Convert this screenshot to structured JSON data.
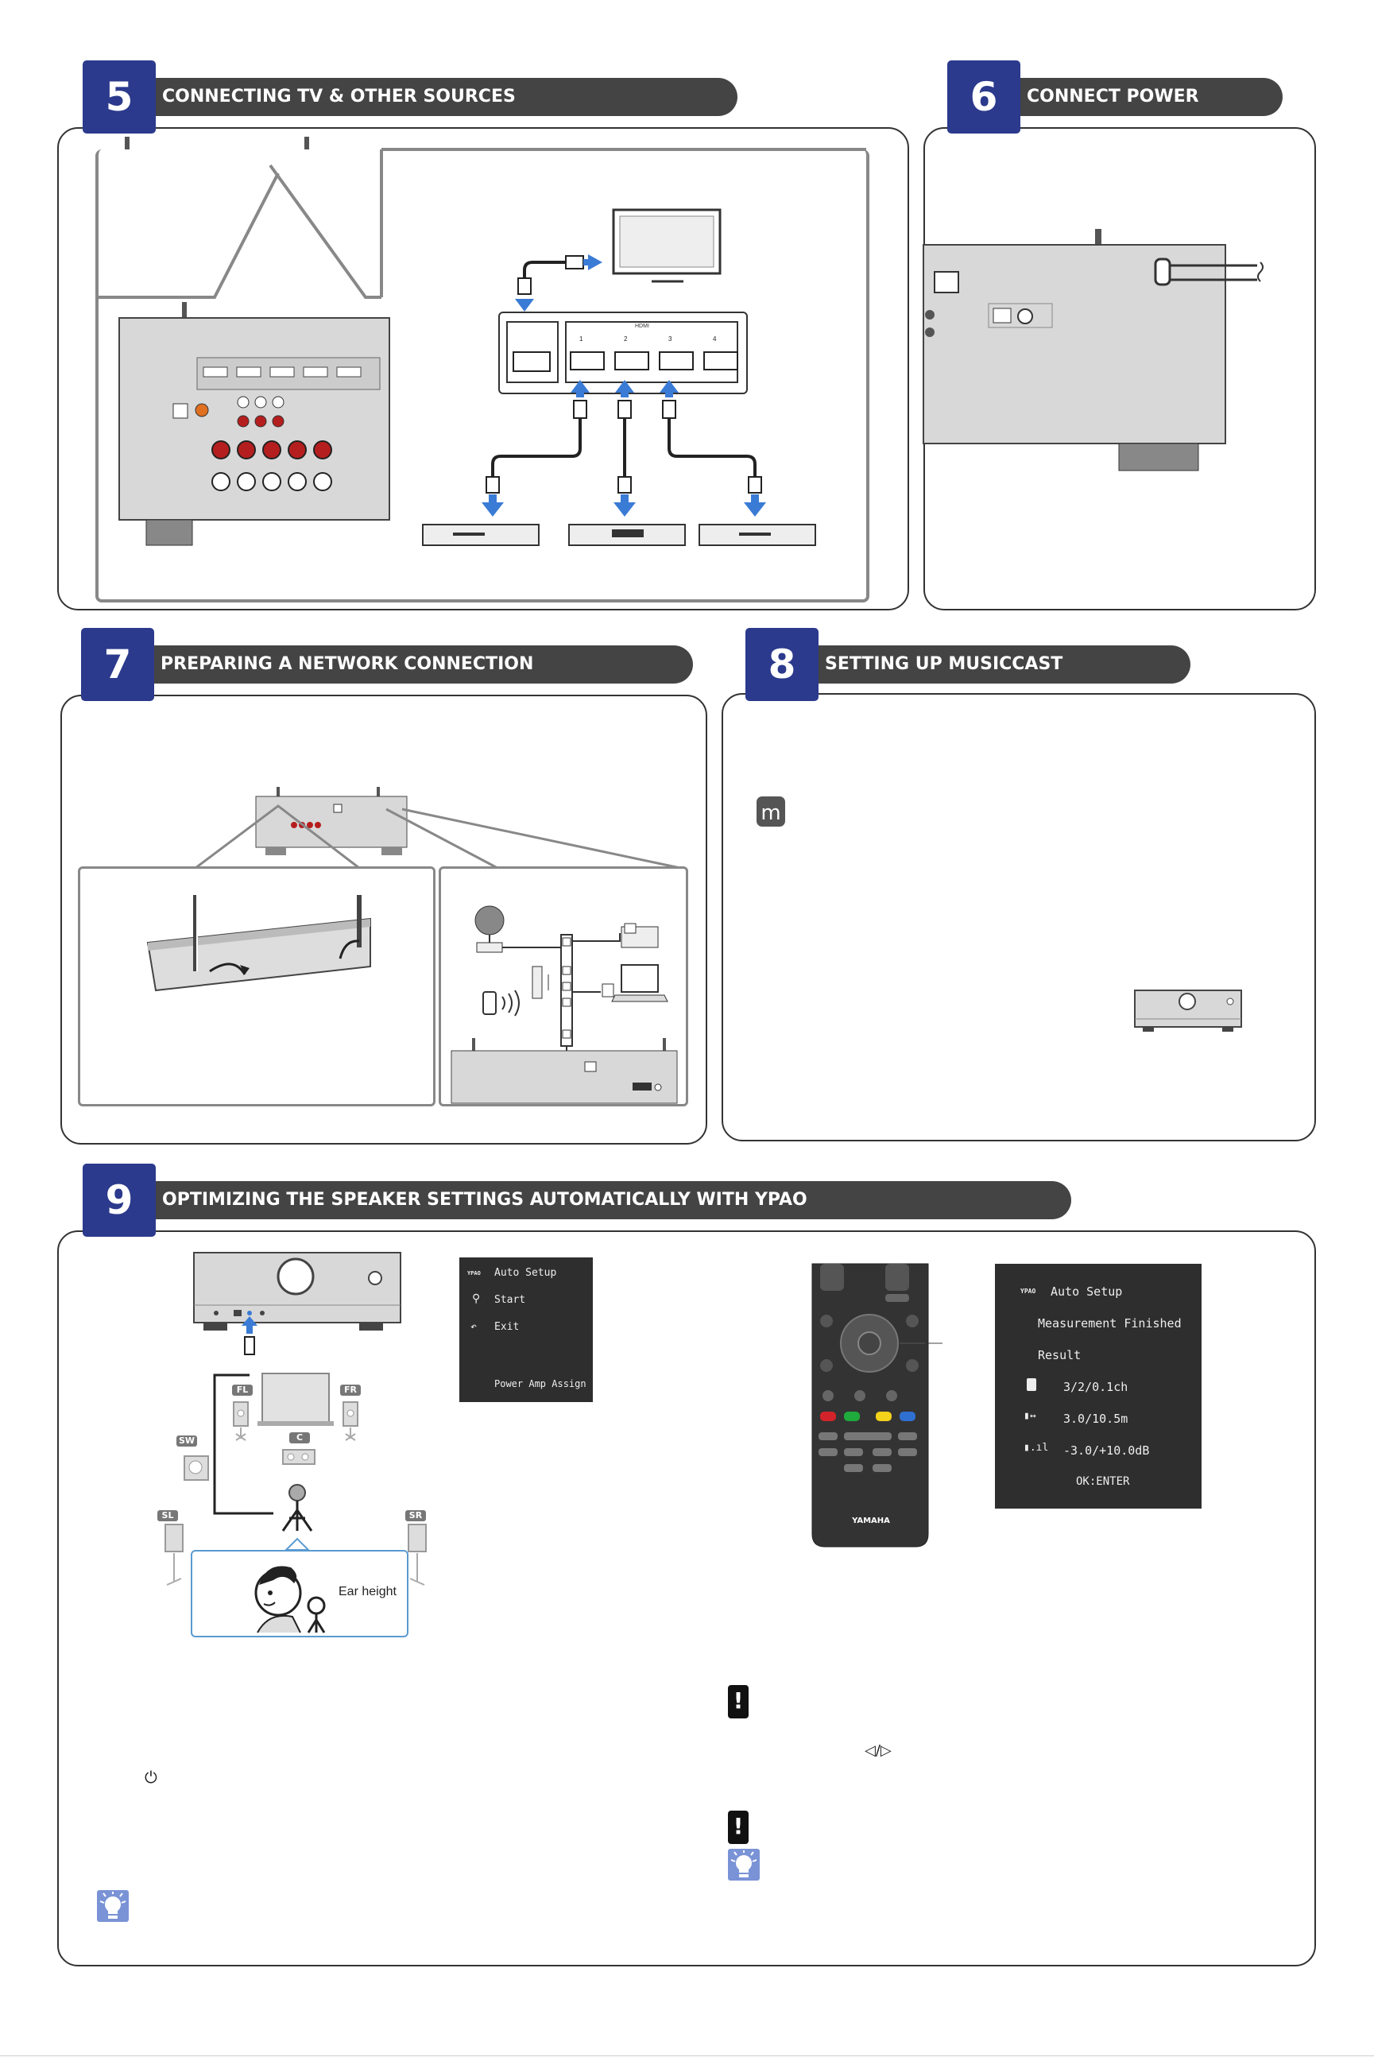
{
  "sections": {
    "s5": {
      "number": "5",
      "title": "CONNECTING TV & OTHER SOURCES"
    },
    "s6": {
      "number": "6",
      "title": "CONNECT POWER"
    },
    "s7": {
      "number": "7",
      "title": "PREPARING A NETWORK CONNECTION"
    },
    "s8": {
      "number": "8",
      "title": "SETTING UP MUSICCAST"
    },
    "s9": {
      "number": "9",
      "title": "OPTIMIZING THE SPEAKER SETTINGS AUTOMATICALLY WITH YPAO"
    }
  },
  "hdmi": {
    "label": "HDMI",
    "ports": [
      "1",
      "2",
      "3",
      "4"
    ]
  },
  "speaker_badges": {
    "fl": "FL",
    "fr": "FR",
    "sw": "SW",
    "c": "C",
    "sl": "SL",
    "sr": "SR"
  },
  "ear_height": "Ear height",
  "osd_start": {
    "logo": "YPAO",
    "title": "Auto Setup",
    "start": "Start",
    "exit": "Exit",
    "amp_assign": "Power Amp Assign"
  },
  "osd_result": {
    "logo": "YPAO",
    "title": "Auto Setup",
    "finished": "Measurement Finished",
    "result": "Result",
    "channels": "3/2/0.1ch",
    "distance": "3.0/10.5m",
    "level": "-3.0/+10.0dB",
    "enter": "OK:ENTER"
  },
  "remote": {
    "brand": "YAMAHA"
  },
  "musiccast_icon": "m",
  "icons": {
    "power": "power-icon",
    "arrows": "left-right-arrows",
    "caution": "caution-icon",
    "tip": "tip-icon"
  },
  "arrows_glyph": "◁/▷",
  "power_glyph": "⏻",
  "caution_glyph": "!",
  "colors": {
    "section_number": "#2b3a8c",
    "title_bar": "#444444",
    "arrow_blue": "#3a7bd5",
    "subpanel_border": "#888888",
    "osd_bg": "#2e2e2e"
  }
}
